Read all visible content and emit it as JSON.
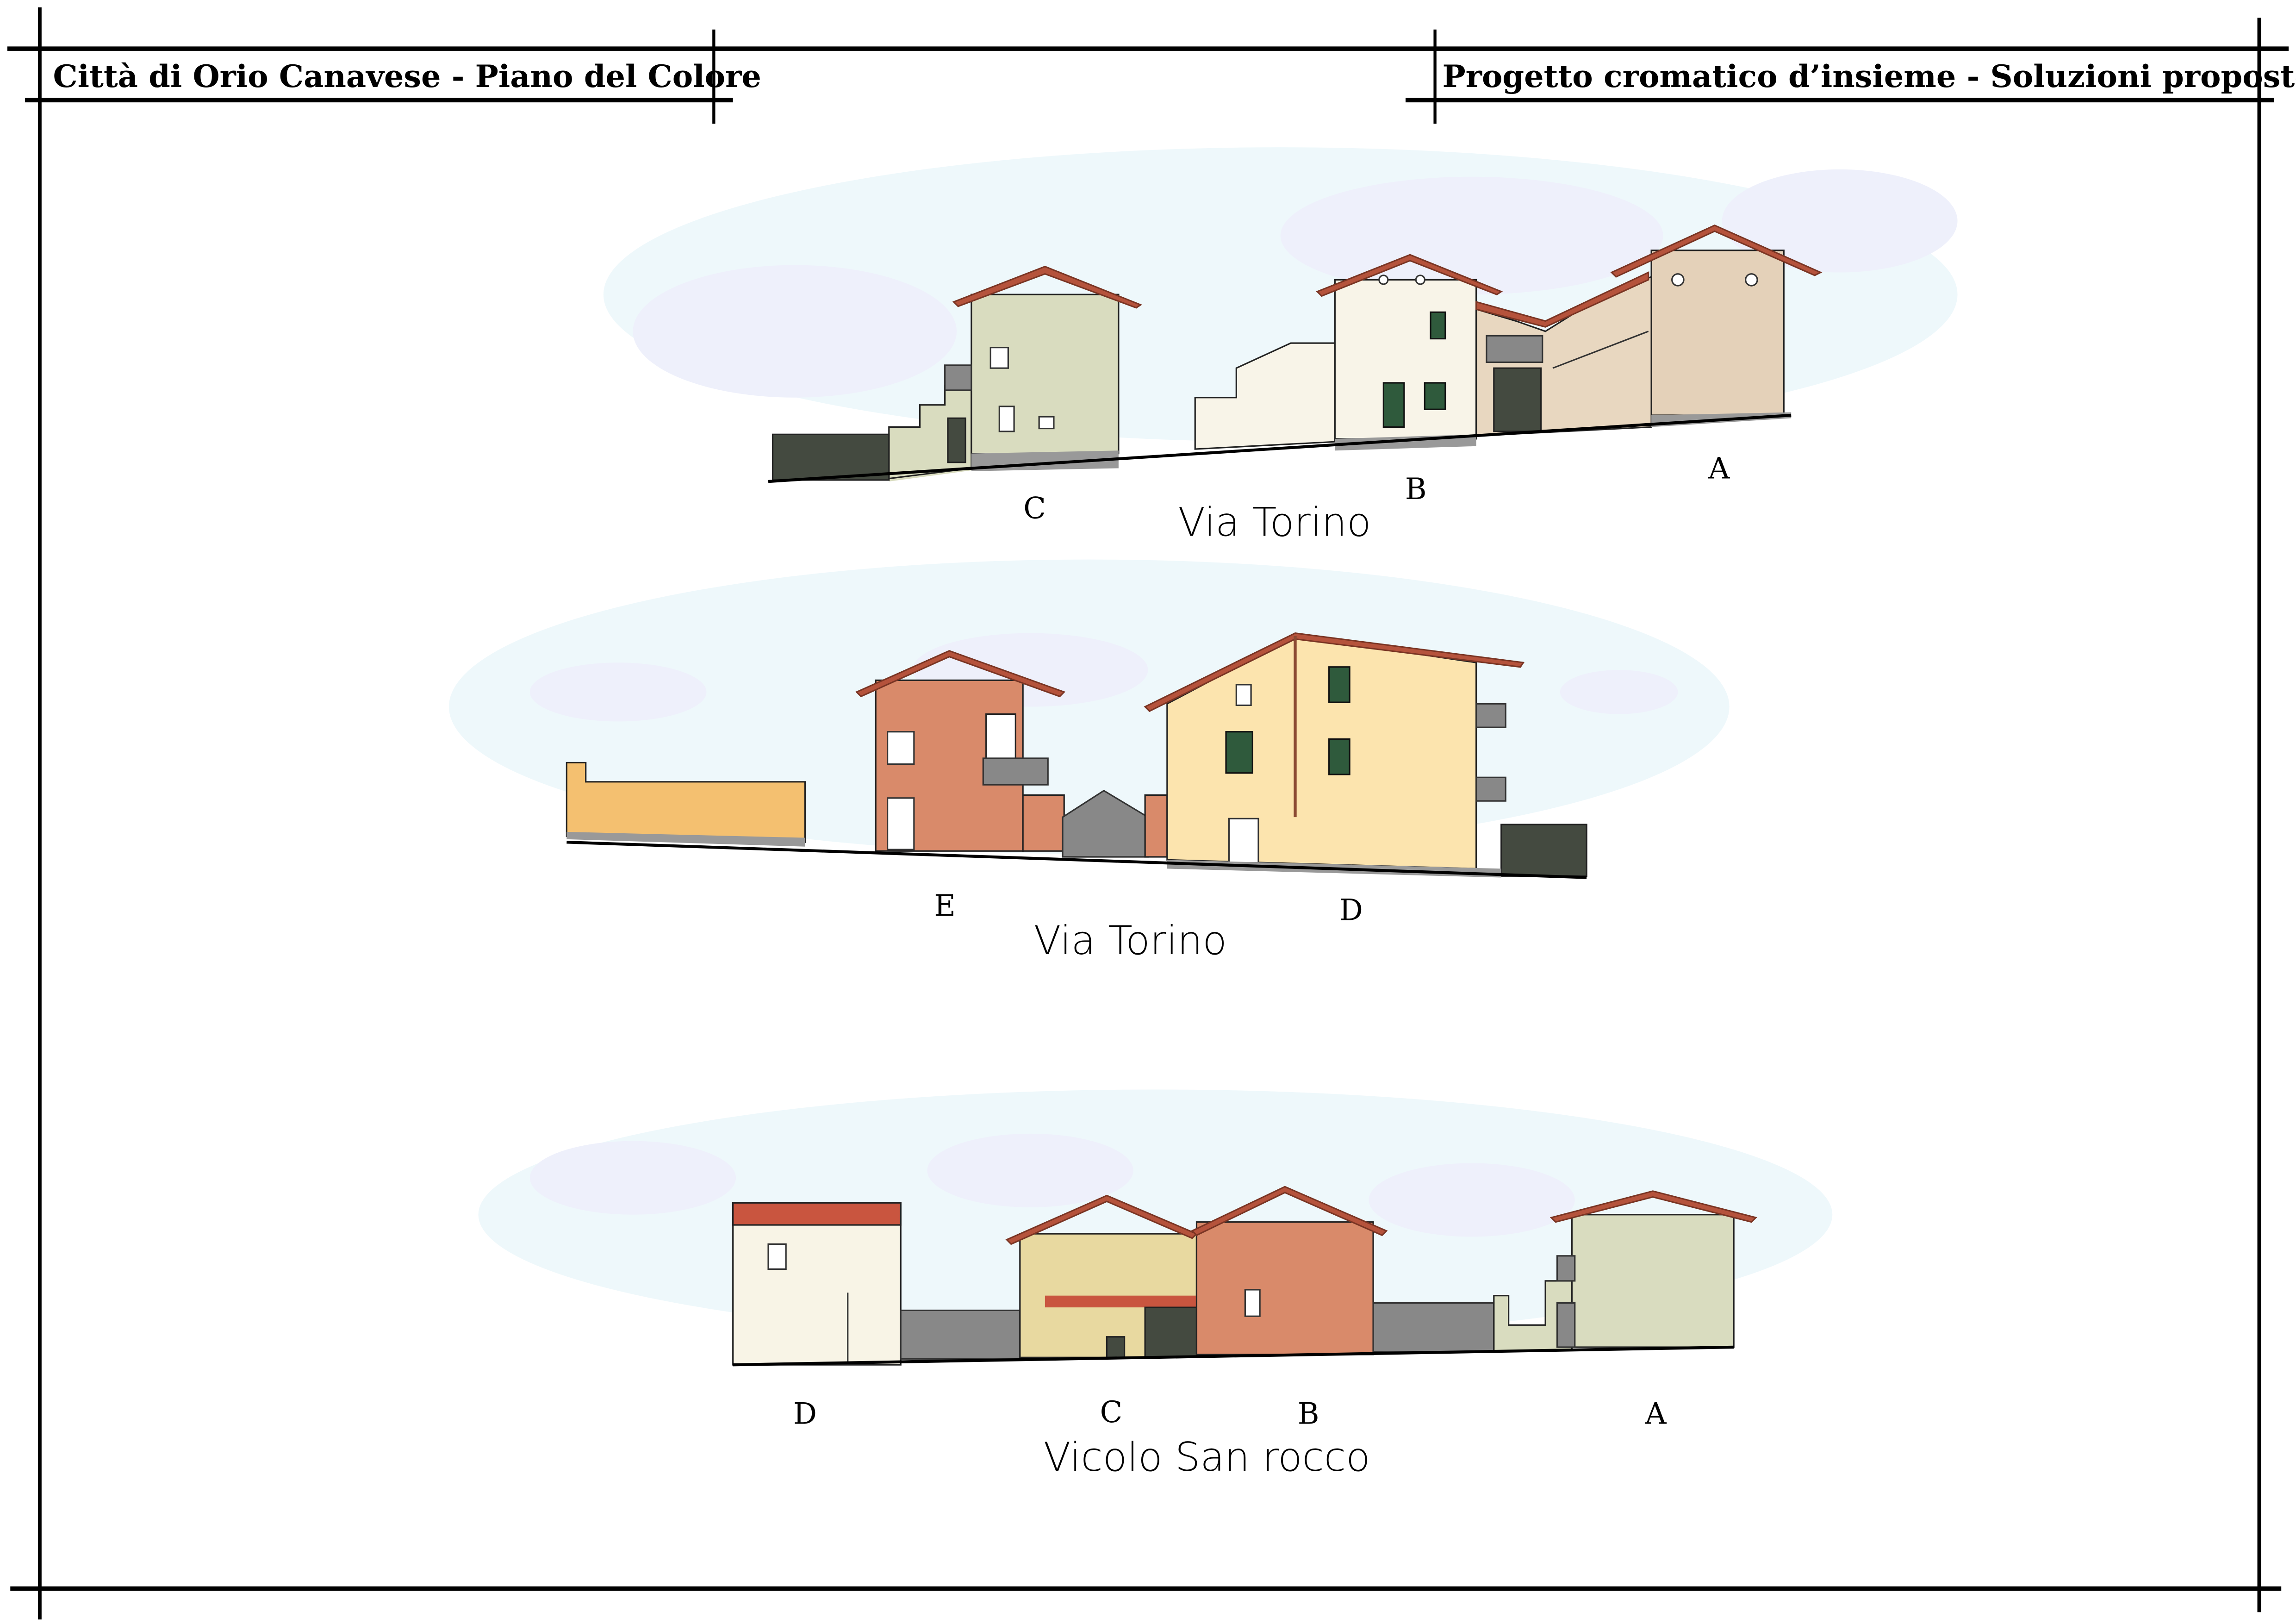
{
  "header": {
    "left_title": "Città di Orio Canavese - Piano del Colore",
    "right_title": "Progetto cromatico d’insieme - Soluzioni proposte"
  },
  "elevations": [
    {
      "street": "Via Torino",
      "labels": [
        "C",
        "B",
        "A"
      ]
    },
    {
      "street": "Via Torino",
      "labels": [
        "E",
        "D"
      ]
    },
    {
      "street": "Vicolo San rocco",
      "labels": [
        "D",
        "C",
        "B",
        "A"
      ]
    }
  ],
  "colors": {
    "roof": "#b5533c",
    "sage": "#d9dcbf",
    "cream": "#f8f4e8",
    "beige": "#e4d1b9",
    "terracotta": "#d98a6a",
    "pale_yellow": "#fce4ae",
    "orange_wall": "#f4c070",
    "ochre": "#e8d9a0"
  }
}
